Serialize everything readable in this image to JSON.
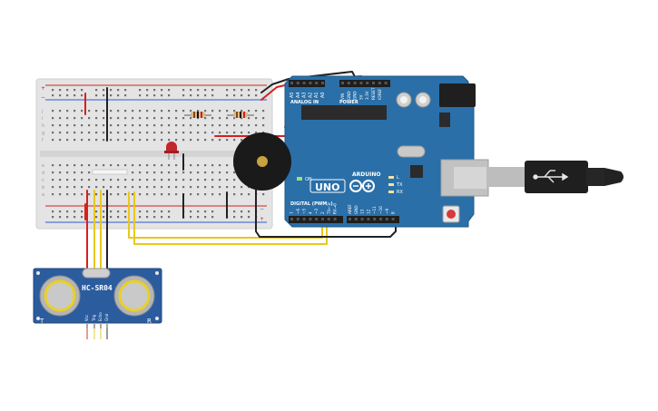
{
  "board": {
    "logo": "UNO",
    "brand": "ARDUINO",
    "on_label": "ON",
    "analog_in_label": "ANALOG IN",
    "power_label": "POWER",
    "digital_label": "DIGITAL (PWM~)",
    "analog_pins": [
      "A5",
      "A4",
      "A3",
      "A2",
      "A1",
      "A0"
    ],
    "power_pins": [
      "VIN",
      "GND",
      "GND",
      "5V",
      "3.3V",
      "RESET",
      "IOREF"
    ],
    "led_labels": [
      "L",
      "TX",
      "RX"
    ],
    "digital_pins_a": [
      "RX→0",
      "TX←1",
      "2",
      "~3",
      "4",
      "~5",
      "~6",
      "7"
    ],
    "digital_pins_b": [
      "8",
      "~9",
      "~10",
      "~11",
      "12",
      "13",
      "GND",
      "AREF"
    ]
  },
  "sensor": {
    "name": "HC-SR04",
    "left_mark": "T",
    "right_mark": "R",
    "pins": [
      "Vcc",
      "Trig",
      "Echo",
      "Gnd"
    ]
  },
  "breadboard": {
    "rail_signs": [
      "+",
      "−"
    ],
    "top_row_letters": [
      "j",
      "i",
      "h",
      "g",
      "f"
    ],
    "bottom_row_letters": [
      "e",
      "d",
      "c",
      "b",
      "a"
    ],
    "column_count": 30
  },
  "colors": {
    "board_blue": "#2a6fa8",
    "breadboard": "#e6e6e6",
    "wire_red": "#d62020",
    "wire_black": "#222222",
    "wire_yellow": "#e8c81c",
    "sensor_blue": "#2b5c9e"
  }
}
